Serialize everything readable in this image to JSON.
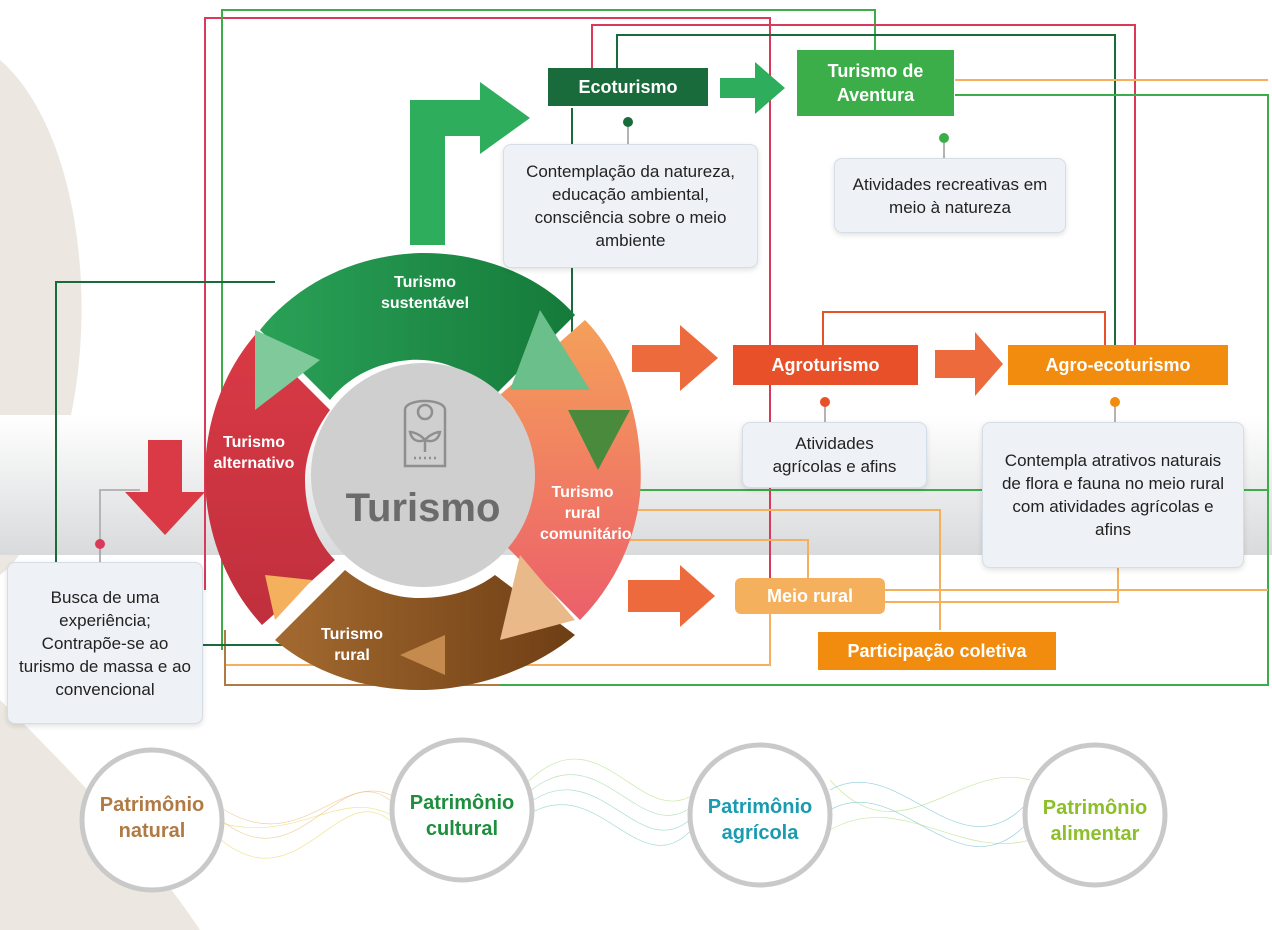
{
  "center": {
    "title": "Turismo",
    "icon": "door-hanger-sprout-icon"
  },
  "ring": [
    {
      "label": "Turismo sustentável",
      "color": "#1e9a4b"
    },
    {
      "label": "Turismo rural comunitário",
      "color": "#f07a4a"
    },
    {
      "label": "Turismo rural",
      "color": "#8a5320"
    },
    {
      "label": "Turismo alternativo",
      "color": "#cf3744"
    }
  ],
  "nodes": {
    "ecoturismo": {
      "label": "Ecoturismo",
      "color": "#1a6b3c",
      "description": "Contemplação da natureza, educação ambiental, consciência sobre o meio ambiente"
    },
    "aventura": {
      "label": "Turismo de Aventura",
      "color": "#3cae49",
      "description": "Atividades recreativas em meio à natureza"
    },
    "agroturismo": {
      "label": "Agroturismo",
      "color": "#e8502a",
      "description": "Atividades agrícolas e afins"
    },
    "agroecoturismo": {
      "label": "Agro-ecoturismo",
      "color": "#f28c0f",
      "description": "Contempla atrativos naturais de flora e fauna no meio rural com atividades agrícolas e afins"
    },
    "meio_rural": {
      "label": "Meio rural",
      "color": "#f5b05e"
    },
    "participacao": {
      "label": "Participação coletiva",
      "color": "#f28c0f"
    },
    "alternativo_desc": {
      "description": "Busca de uma experiência; Contrapõe-se ao turismo de massa e ao convencional"
    }
  },
  "patrimonio": [
    {
      "label": "Patrimônio natural",
      "color": "#b07a45"
    },
    {
      "label": "Patrimônio cultural",
      "color": "#1e8e3e"
    },
    {
      "label": "Patrimônio agrícola",
      "color": "#1a9bb0"
    },
    {
      "label": "Patrimônio alimentar",
      "color": "#8cbf2a"
    }
  ]
}
